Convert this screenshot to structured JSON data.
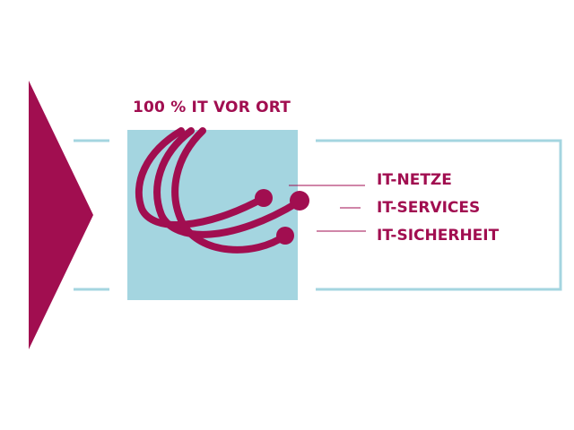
{
  "headline": "100 % IT VOR ORT",
  "services": [
    {
      "label": "IT-NETZE"
    },
    {
      "label": "IT-SERVICES"
    },
    {
      "label": "IT-SICHERHEIT"
    }
  ],
  "icons": {
    "logo": "connection-arcs-icon",
    "arrow": "chevron-right-icon"
  },
  "colors": {
    "brand": "#A10E50",
    "accent": "#A4D5E0",
    "frame": "#A4D5E0",
    "leader": "#A10E50"
  }
}
